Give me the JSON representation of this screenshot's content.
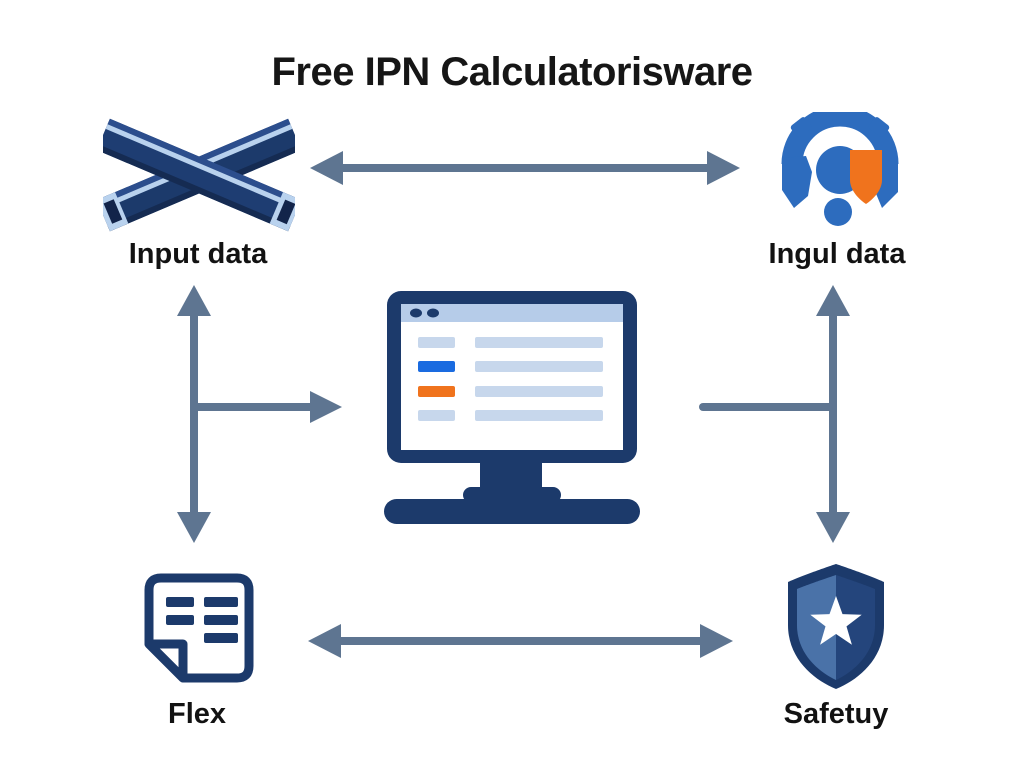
{
  "diagram": {
    "title": "Free IPN Calculatorisware",
    "nodes": {
      "top_left": {
        "label": "Input data",
        "icon": "x-beams-icon"
      },
      "top_right": {
        "label": "Ingul data",
        "icon": "gear-shield-icon"
      },
      "center": {
        "icon": "monitor-icon"
      },
      "bottom_left": {
        "label": "Flex",
        "icon": "document-icon"
      },
      "bottom_right": {
        "label": "Safetuy",
        "icon": "shield-star-icon"
      }
    },
    "arrows": [
      {
        "name": "top-double-arrow",
        "between": [
          "top_left",
          "top_right"
        ],
        "direction": "both"
      },
      {
        "name": "bottom-double-arrow",
        "between": [
          "bottom_left",
          "bottom_right"
        ],
        "direction": "both"
      },
      {
        "name": "left-vertical-arrow",
        "between": [
          "top_left",
          "bottom_left"
        ],
        "direction": "both"
      },
      {
        "name": "right-vertical-arrow",
        "between": [
          "top_right",
          "bottom_right"
        ],
        "direction": "both"
      },
      {
        "name": "left-to-center-arrow",
        "between": [
          "left-vertical-arrow",
          "center"
        ],
        "direction": "right"
      },
      {
        "name": "center-to-right-line",
        "between": [
          "center",
          "right-vertical-arrow"
        ],
        "direction": "none"
      }
    ],
    "colors": {
      "navy": "#1c3a6b",
      "navy_dark": "#16294e",
      "light_blue_edge": "#b9d2ee",
      "titlebar_blue": "#b6cce9",
      "bar_light_blue": "#c7d7ec",
      "accent_blue": "#1a6be0",
      "accent_orange": "#f0731d",
      "gear_blue": "#2d6cbe",
      "shield_light": "#4a72a8",
      "shield_dark": "#1f3f74",
      "arrow_slate": "#5e7591",
      "text": "#121212"
    }
  }
}
